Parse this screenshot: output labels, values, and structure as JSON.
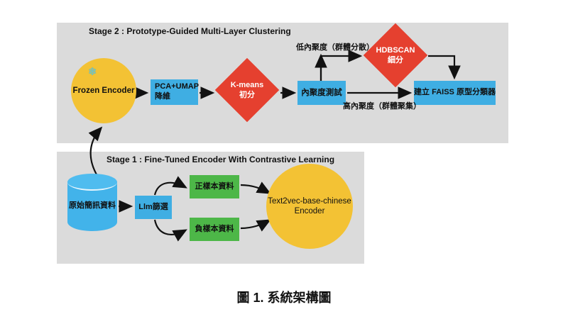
{
  "figure": {
    "caption": "圖 1. 系統架構圖"
  },
  "colors": {
    "panel_bg": "#dbdbdb",
    "process_blue": "#3faee3",
    "decision_red": "#e5402f",
    "encoder_yellow": "#f3c234",
    "sample_green": "#4db748",
    "arrow_black": "#111111"
  },
  "icons": {
    "snowflake": "❄"
  },
  "stage2": {
    "title": "Stage 2 : Prototype-Guided Multi-Layer Clustering",
    "nodes": {
      "frozen_encoder": {
        "label": "Frozen Encoder"
      },
      "pca_umap": {
        "line1": "PCA+UMAP",
        "line2": "降維"
      },
      "kmeans": {
        "line1": "K-means",
        "line2": "初分"
      },
      "cohesion_test": {
        "label": "內聚度測試"
      },
      "hdbscan": {
        "line1": "HDBSCAN",
        "line2": "細分"
      },
      "faiss_classifier": {
        "label": "建立 FAISS 原型分類器"
      }
    },
    "edge_labels": {
      "low_cohesion": "低內聚度（群體分散）",
      "high_cohesion": "高內聚度（群體聚集）"
    }
  },
  "stage1": {
    "title": "Stage 1 : Fine-Tuned Encoder With Contrastive Learning",
    "nodes": {
      "raw_sms": {
        "label": "原始簡訊資料"
      },
      "llm_filter": {
        "label": "Llm篩選"
      },
      "positive_samples": {
        "label": "正樣本資料"
      },
      "negative_samples": {
        "label": "負樣本資料"
      },
      "encoder": {
        "line1": "Text2vec-base-chinese",
        "line2": "Encoder"
      }
    }
  }
}
